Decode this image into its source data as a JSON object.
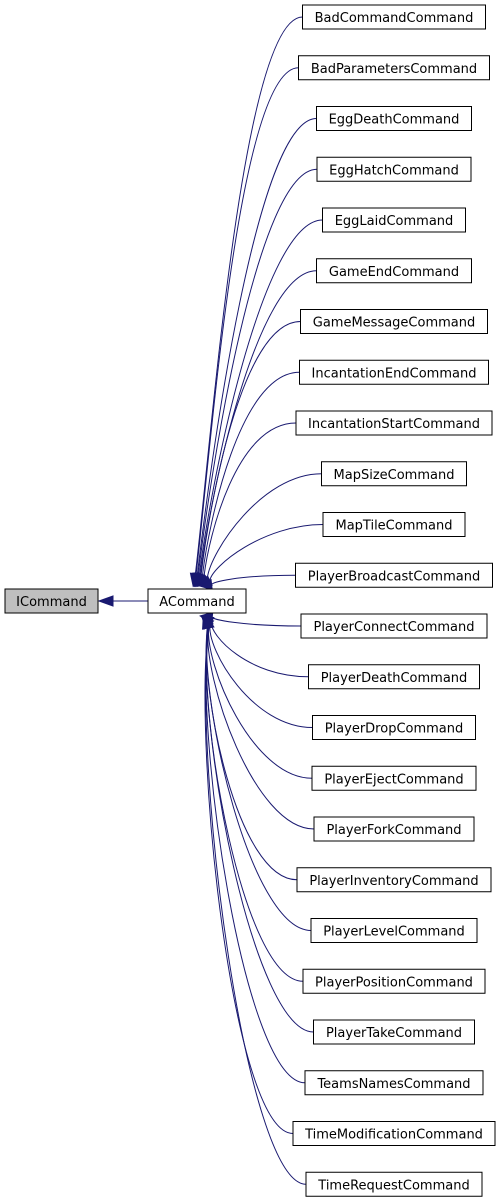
{
  "diagram": {
    "root": "ICommand",
    "base": "ACommand",
    "derived": [
      "BadCommandCommand",
      "BadParametersCommand",
      "EggDeathCommand",
      "EggHatchCommand",
      "EggLaidCommand",
      "GameEndCommand",
      "GameMessageCommand",
      "IncantationEndCommand",
      "IncantationStartCommand",
      "MapSizeCommand",
      "MapTileCommand",
      "PlayerBroadcastCommand",
      "PlayerConnectCommand",
      "PlayerDeathCommand",
      "PlayerDropCommand",
      "PlayerEjectCommand",
      "PlayerForkCommand",
      "PlayerInventoryCommand",
      "PlayerLevelCommand",
      "PlayerPositionCommand",
      "PlayerTakeCommand",
      "TeamsNamesCommand",
      "TimeModificationCommand",
      "TimeRequestCommand"
    ],
    "colors": {
      "edge": "#191970",
      "root_fill": "#bfbfbf",
      "node_fill": "#ffffff",
      "border": "#000000"
    }
  }
}
